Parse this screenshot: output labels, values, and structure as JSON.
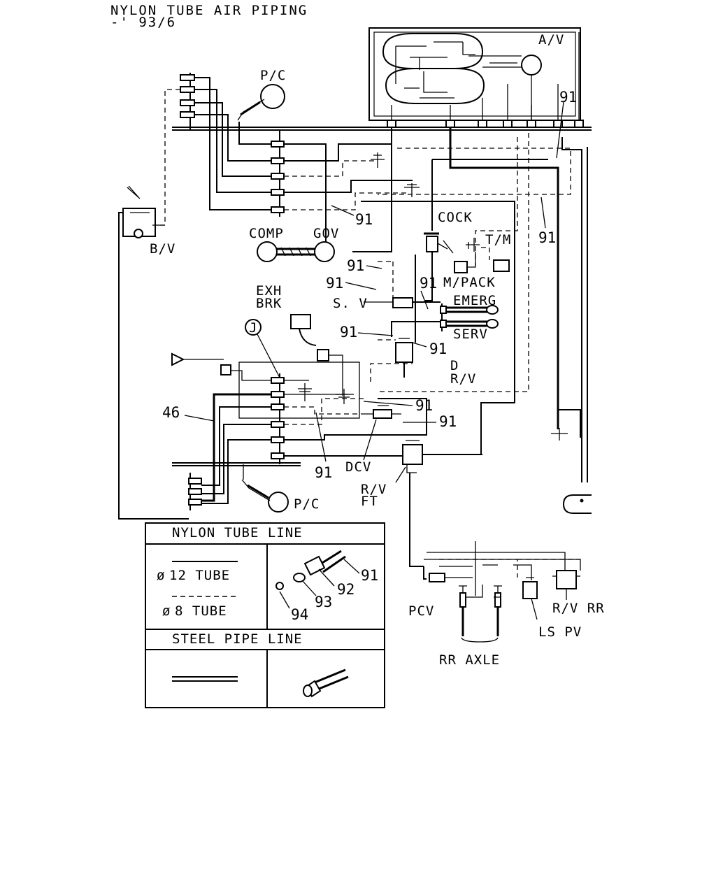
{
  "title": {
    "line1": "NYLON TUBE AIR PIPING",
    "line2": "-' 93/6"
  },
  "labels": {
    "pc_top": "P/C",
    "av": "A/V",
    "bv": "B/V",
    "comp": "COMP",
    "gov": "GOV",
    "cock": "COCK",
    "tm": "T/M",
    "mpack": "M/PACK",
    "exh": "EXH",
    "brk": "BRK",
    "sv": "S. V",
    "emerg": "EMERG",
    "serv": "SERV",
    "d": "D",
    "rv": "R/V",
    "j": "J",
    "dcv": "DCV",
    "rvft_1": "R/V",
    "rvft_2": "FT",
    "pc_bottom": "P/C",
    "pcv": "PCV",
    "rv_rr": "R/V RR",
    "ls_pv": "LS PV",
    "rr_axle": "RR AXLE"
  },
  "callouts": {
    "n91": "91",
    "n46": "46"
  },
  "legend": {
    "nylon_title": "NYLON TUBE LINE",
    "tube12": "12 TUBE",
    "tube8": "8 TUBE",
    "diam_symbol": "ø",
    "n91": "91",
    "n92": "92",
    "n93": "93",
    "n94": "94",
    "steel_title": "STEEL PIPE LINE"
  }
}
